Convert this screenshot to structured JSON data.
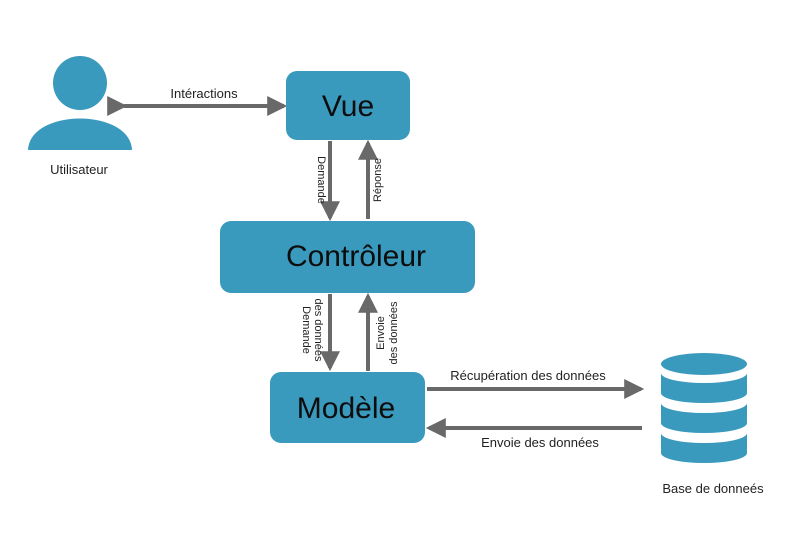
{
  "nodes": {
    "vue": "Vue",
    "controleur": "Contrôleur",
    "modele": "Modèle",
    "utilisateur": "Utilisateur",
    "base": "Base de donneés"
  },
  "edges": {
    "interactions": "Intéractions",
    "demande": "Demande",
    "reponse": "Réponse",
    "demande_donnees_1": "Demande",
    "demande_donnees_2": "des données",
    "envoie_1": "Envoie",
    "envoie_2": "des données",
    "recuperation": "Récupération des données",
    "envoie_donnees": "Envoie des données"
  },
  "colors": {
    "node_fill": "#3a9abd",
    "arrow": "#696969"
  }
}
